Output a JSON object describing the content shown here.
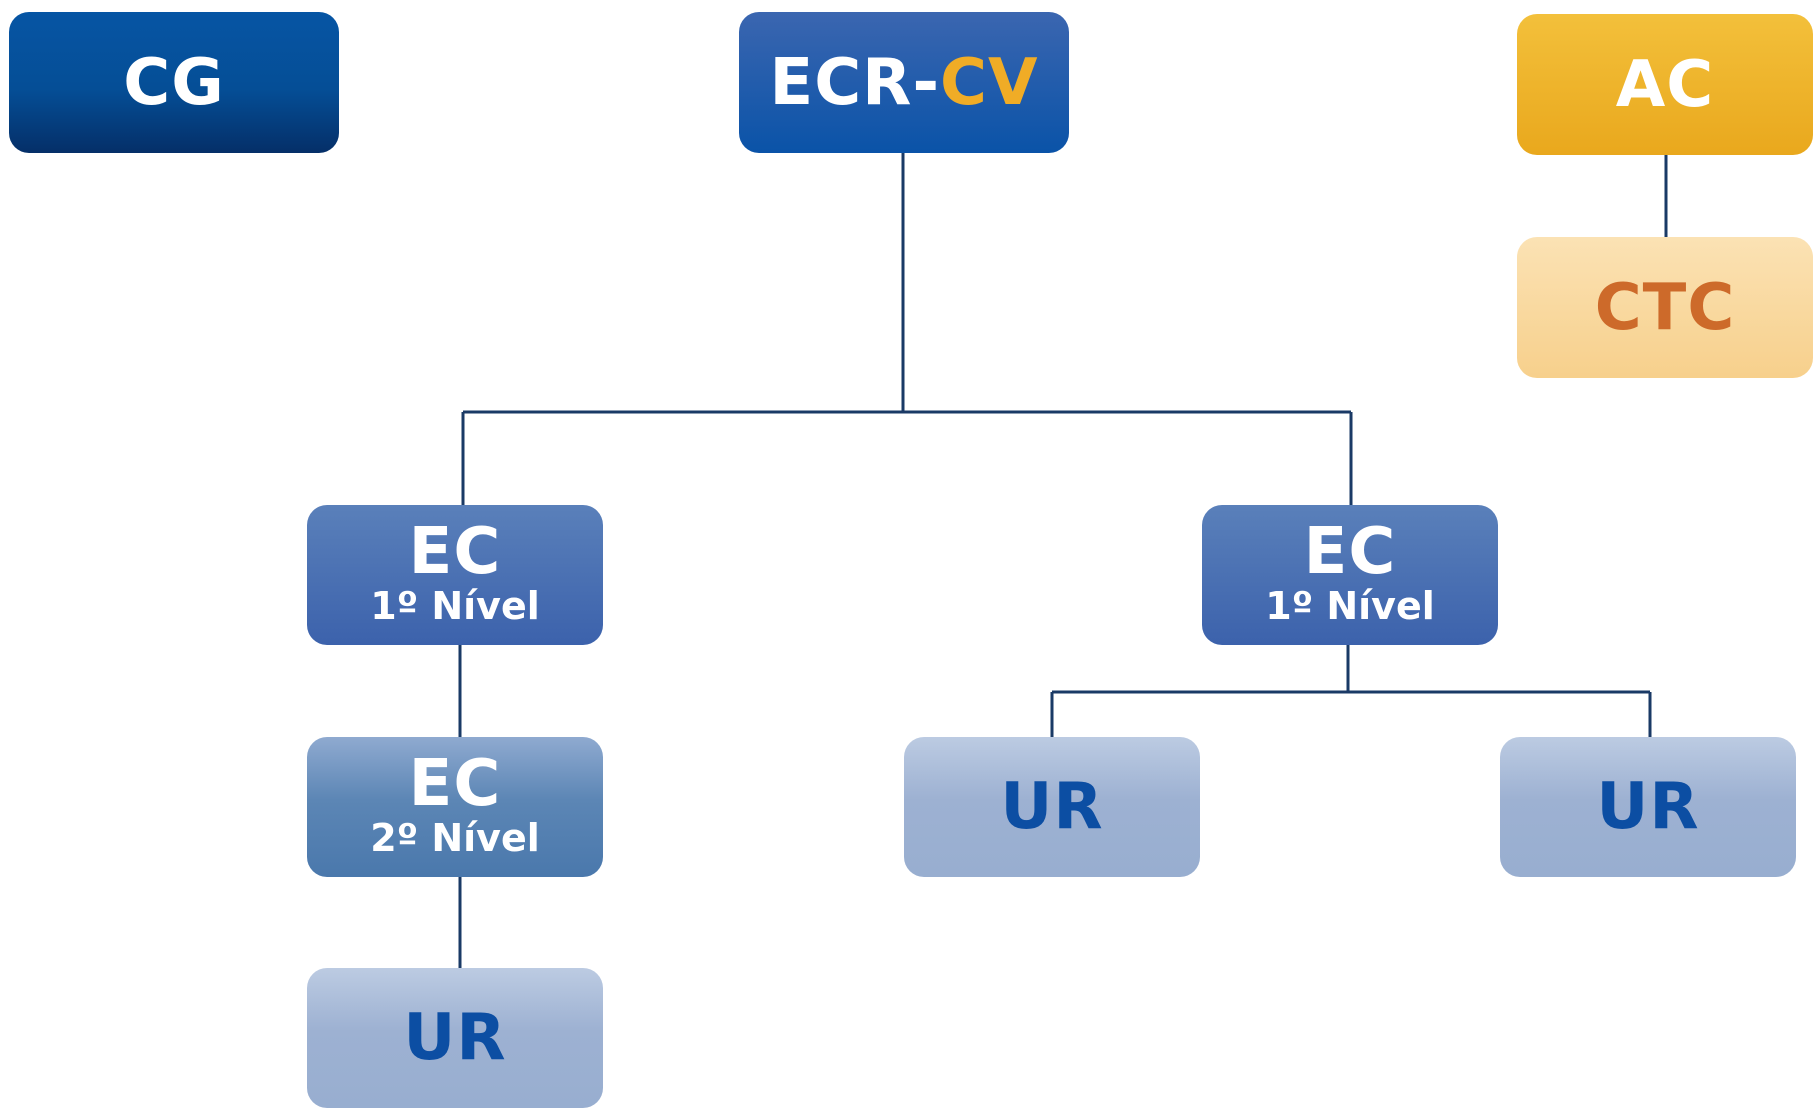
{
  "diagram": {
    "nodes": {
      "cg": {
        "label": "CG"
      },
      "ecr": {
        "label_prefix": "ECR-",
        "label_suffix": "CV"
      },
      "ac": {
        "label": "AC"
      },
      "ctc": {
        "label": "CTC"
      },
      "ec_left": {
        "label": "EC",
        "level": "1º Nível"
      },
      "ec_right": {
        "label": "EC",
        "level": "1º Nível"
      },
      "ec_second": {
        "label": "EC",
        "level": "2º Nível"
      },
      "ur_bottom": {
        "label": "UR"
      },
      "ur_mid": {
        "label": "UR"
      },
      "ur_right": {
        "label": "UR"
      }
    },
    "edges": [
      {
        "from": "ecr",
        "to": "ec_left"
      },
      {
        "from": "ecr",
        "to": "ec_right"
      },
      {
        "from": "ac",
        "to": "ctc"
      },
      {
        "from": "ec_left",
        "to": "ec_second"
      },
      {
        "from": "ec_second",
        "to": "ur_bottom"
      },
      {
        "from": "ec_right",
        "to": "ur_mid"
      },
      {
        "from": "ec_right",
        "to": "ur_right"
      }
    ],
    "colors": {
      "line": "#1a3a66",
      "dark_blue": "#054e96",
      "mid_blue": "#3c62ac",
      "light_blue": "#9db1d2",
      "orange": "#e9a81d",
      "light_orange": "#f7d08c",
      "ctc_text": "#cd6a2a",
      "cv_text": "#f0ac26",
      "ur_text": "#0c4ea3"
    }
  }
}
